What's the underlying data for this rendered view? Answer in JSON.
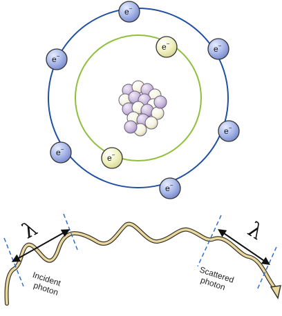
{
  "electron": {
    "symbol": "e",
    "charge": "−"
  },
  "labels": {
    "wavelength_symbol": "λ",
    "incident": [
      "Incident",
      "photon"
    ],
    "scattered": [
      "Scattered",
      "photon"
    ]
  },
  "colors": {
    "outer_orbit": "#1f4fa0",
    "inner_orbit": "#8fbf3a",
    "outer_electron": "#a9b8e8",
    "inner_electron": "#f1f2c2",
    "nucleus_purple": "#c8b8dc",
    "nucleus_cream": "#f4f3dd",
    "photon_wave": "#e9d9a0",
    "dashed_line": "#2f6ec8"
  }
}
